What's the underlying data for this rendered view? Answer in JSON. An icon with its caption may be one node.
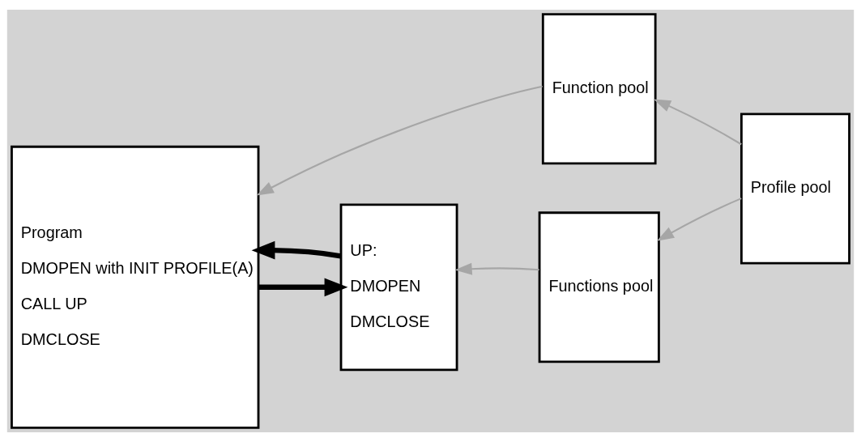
{
  "diagram": {
    "nodes": [
      {
        "text": [
          "Program",
          "DMOPEN with INIT PROFILE(A)",
          "CALL UP",
          "DMCLOSE"
        ]
      },
      {
        "text": [
          "Function pool"
        ]
      },
      {
        "text": [
          "Profile pool"
        ]
      },
      {
        "text": [
          "UP:",
          "DMOPEN",
          "DMCLOSE"
        ]
      },
      {
        "text": [
          "Functions pool"
        ]
      }
    ],
    "edges": [
      {
        "from": 1,
        "to": 0,
        "arrow": "to"
      },
      {
        "from": 2,
        "to": 1,
        "arrow": "to"
      },
      {
        "from": 2,
        "to": 4,
        "arrow": "to"
      },
      {
        "from": 0,
        "to": 3,
        "arrow": "to",
        "style": "thick",
        "color": "#000000"
      },
      {
        "from": 3,
        "to": 0,
        "arrow": "to",
        "style": "thick",
        "color": "#000000"
      },
      {
        "from": 4,
        "to": 3,
        "arrow": "to"
      }
    ]
  }
}
